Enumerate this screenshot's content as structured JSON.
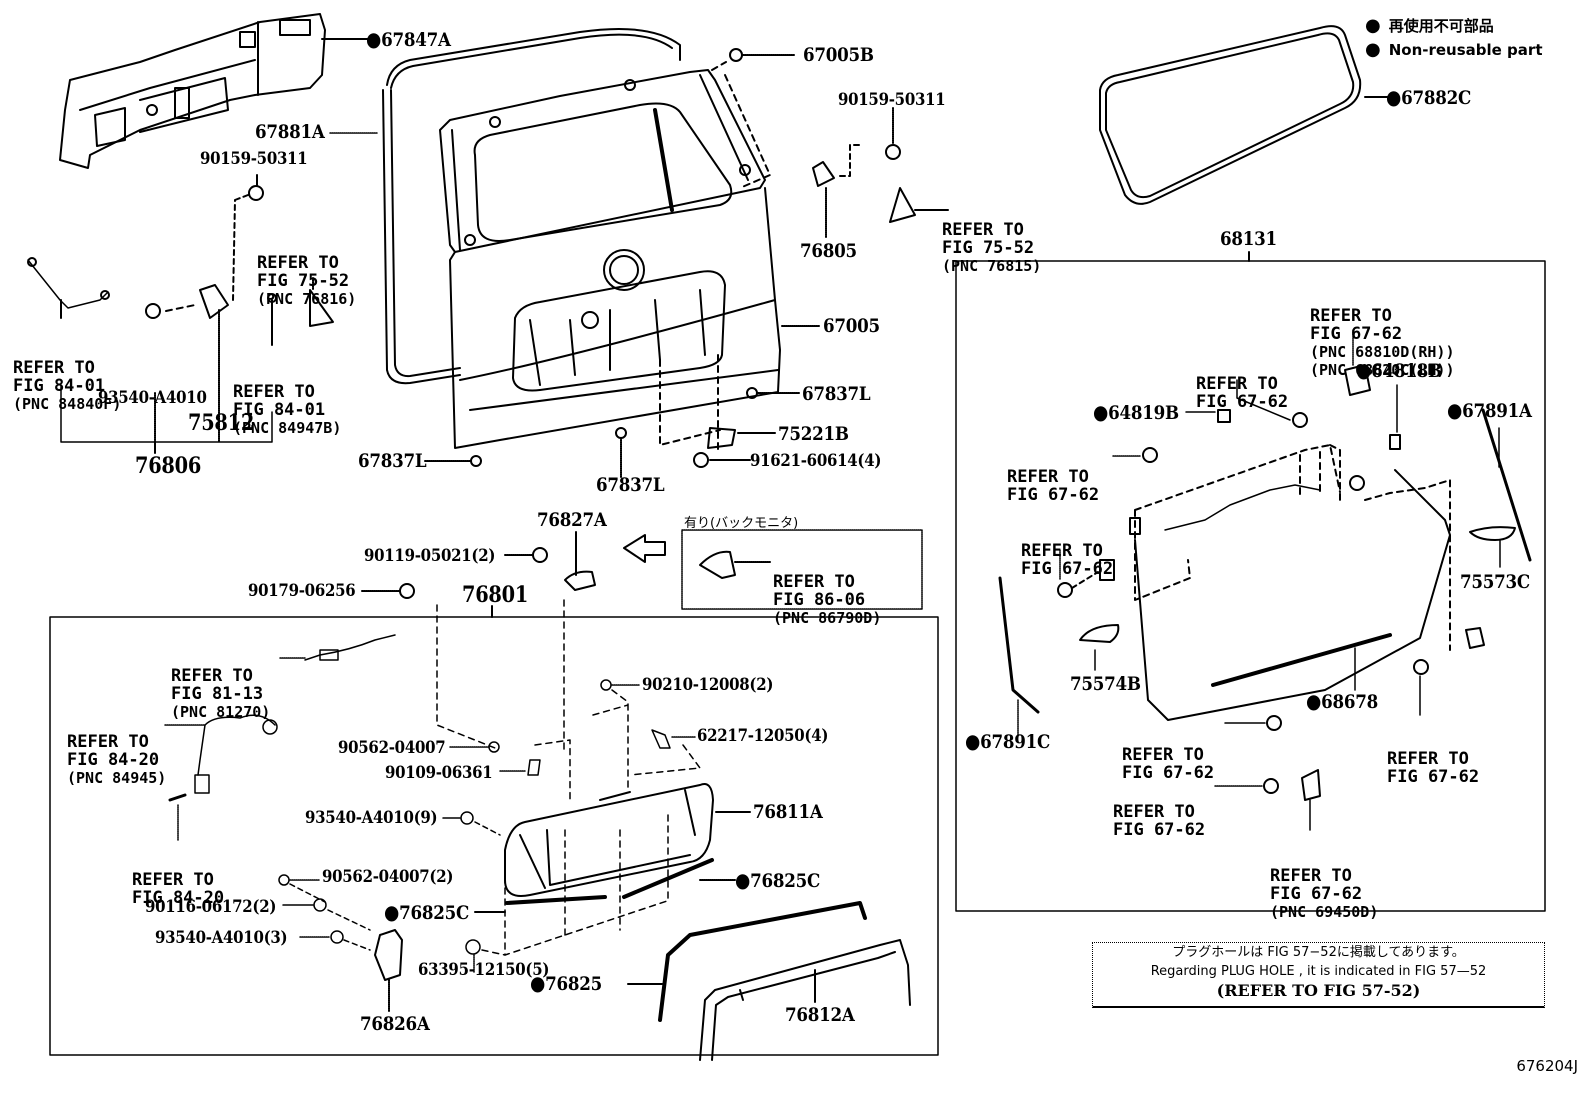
{
  "legend": {
    "non_reusable_jp": "再使用不可部品",
    "non_reusable_en": "Non-reusable part"
  },
  "figure_id": "676204J",
  "note": {
    "line_jp": "プラグホールは FIG 57−52に掲載してあります。",
    "line_en": "Regarding  PLUG  HOLE , it is indicated in FIG  57—52",
    "line_ref": "(REFER TO FIG 57-52)"
  },
  "parts": {
    "p67847A": "67847A",
    "p67881A": "67881A",
    "p90159_50311_left": "90159-50311",
    "p93540_A4010": "93540-A4010",
    "p75812": "75812",
    "p76806": "76806",
    "p67005B": "67005B",
    "p90159_50311_right": "90159-50311",
    "p76805": "76805",
    "p67005": "67005",
    "p67837L_right": "67837L",
    "p75221B": "75221B",
    "p91621_60614": "91621-60614(4)",
    "p67837L_left": "67837L",
    "p67837L_bottom": "67837L",
    "p67882C": "67882C",
    "p68131": "68131",
    "p64818B": "64818B",
    "p64819B": "64819B",
    "p67891A": "67891A",
    "p75573C": "75573C",
    "p75574B": "75574B",
    "p68678": "68678",
    "p67891C": "67891C",
    "p76827A": "76827A",
    "p90119_05021": "90119-05021(2)",
    "p90179_06256": "90179-06256",
    "p76801": "76801",
    "p90210_12008": "90210-12008(2)",
    "p62217_12050": "62217-12050(4)",
    "p90562_04007": "90562-04007",
    "p90109_06361": "90109-06361",
    "p93540_A4010_9": "93540-A4010(9)",
    "p76811A": "76811A",
    "p90562_04007_2": "90562-04007(2)",
    "p76825C_right": "76825C",
    "p90116_06172": "90116-06172(2)",
    "p76825C_left": "76825C",
    "p93540_A4010_3": "93540-A4010(3)",
    "p63395_12150": "63395-12150(5)",
    "p76825": "76825",
    "p76826A": "76826A",
    "p76812A": "76812A"
  },
  "refs": {
    "r_84_01_a": {
      "l1": "REFER TO",
      "l2": "FIG 84-01",
      "l3": "(PNC 84840F)"
    },
    "r_75_52_a": {
      "l1": "REFER TO",
      "l2": "FIG 75-52",
      "l3": "(PNC 76816)"
    },
    "r_84_01_b": {
      "l1": "REFER TO",
      "l2": "FIG 84-01",
      "l3": "(PNC 84947B)"
    },
    "r_75_52_b": {
      "l1": "REFER TO",
      "l2": "FIG 75-52",
      "l3": "(PNC 76815)"
    },
    "r_67_62_top": {
      "l1": "REFER TO",
      "l2": "FIG 67-62",
      "l3": "(PNC 68810D(RH))",
      "l4": "(PNC 68820C(LH))"
    },
    "r_67_62_a": {
      "l1": "REFER TO",
      "l2": "FIG 67-62"
    },
    "r_67_62_b": {
      "l1": "REFER TO",
      "l2": "FIG 67-62"
    },
    "r_67_62_c": {
      "l1": "REFER TO",
      "l2": "FIG 67-62"
    },
    "r_67_62_d": {
      "l1": "REFER TO",
      "l2": "FIG 67-62"
    },
    "r_67_62_e": {
      "l1": "REFER TO",
      "l2": "FIG 67-62"
    },
    "r_67_62_f": {
      "l1": "REFER TO",
      "l2": "FIG 67-62"
    },
    "r_67_62_g": {
      "l1": "REFER TO",
      "l2": "FIG 67-62",
      "l3": "(PNC 69450D)"
    },
    "r_86_06": {
      "l1": "REFER TO",
      "l2": "FIG 86-06",
      "l3": "(PNC 86790D)",
      "caption": "有り(バックモニタ)"
    },
    "r_81_13": {
      "l1": "REFER TO",
      "l2": "FIG 81-13",
      "l3": "(PNC 81270)"
    },
    "r_84_20_a": {
      "l1": "REFER TO",
      "l2": "FIG 84-20",
      "l3": "(PNC 84945)"
    },
    "r_84_20_b": {
      "l1": "REFER TO",
      "l2": "FIG 84-20"
    }
  }
}
